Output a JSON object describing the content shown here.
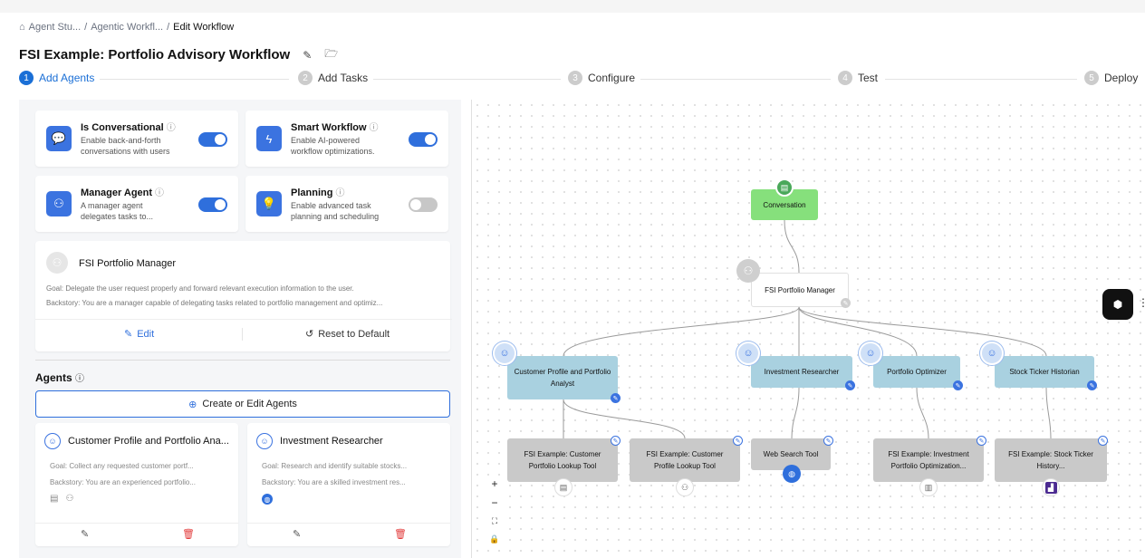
{
  "breadcrumb": {
    "items": [
      "Agent Stu...",
      "Agentic Workfl...",
      "Edit Workflow"
    ],
    "sep": "/"
  },
  "workflow": {
    "title": "FSI Example: Portfolio Advisory Workflow"
  },
  "steps": [
    {
      "num": "1",
      "label": "Add Agents"
    },
    {
      "num": "2",
      "label": "Add Tasks"
    },
    {
      "num": "3",
      "label": "Configure"
    },
    {
      "num": "4",
      "label": "Test"
    },
    {
      "num": "5",
      "label": "Deploy"
    }
  ],
  "features": {
    "conversational": {
      "title": "Is Conversational",
      "desc": "Enable back-and-forth conversations with users",
      "enabled": true
    },
    "smart": {
      "title": "Smart Workflow",
      "desc": "Enable AI-powered workflow optimizations.",
      "enabled": true
    },
    "manager": {
      "title": "Manager Agent",
      "desc": "A manager agent delegates tasks to...",
      "enabled": true
    },
    "planning": {
      "title": "Planning",
      "desc": "Enable advanced task planning and scheduling",
      "enabled": false
    }
  },
  "manager_card": {
    "name": "FSI Portfolio Manager",
    "goal": "Goal: Delegate the user request properly and forward relevant execution information to the user.",
    "backstory": "Backstory: You are a manager capable of delegating tasks related to portfolio management and optimiz...",
    "edit_label": "Edit",
    "reset_label": "Reset to Default"
  },
  "agents_section": {
    "title": "Agents",
    "create_label": "Create or Edit Agents",
    "cards": [
      {
        "name": "Customer Profile and Portfolio Ana...",
        "goal": "Goal: Collect any requested customer portf...",
        "backstory": "Backstory: You are an experienced portfolio..."
      },
      {
        "name": "Investment Researcher",
        "goal": "Goal: Research and identify suitable stocks...",
        "backstory": "Backstory: You are a skilled investment res..."
      }
    ]
  },
  "graph": {
    "conversation": "Conversation",
    "manager": "FSI Portfolio Manager",
    "agents": {
      "a1": "Customer Profile and Portfolio Analyst",
      "a2": "Investment Researcher",
      "a3": "Portfolio Optimizer",
      "a4": "Stock Ticker Historian"
    },
    "tools": {
      "t1": "FSI Example: Customer Portfolio Lookup Tool",
      "t2": "FSI Example: Customer Profile Lookup Tool",
      "t3": "Web Search Tool",
      "t4": "FSI Example: Investment Portfolio Optimization...",
      "t5": "FSI Example: Stock Ticker History..."
    }
  },
  "colors": {
    "accent": "#2f6fdc",
    "conversation_node": "#86e07c",
    "agent_node": "#a9d1e0",
    "tool_node": "#c9c9c9"
  }
}
